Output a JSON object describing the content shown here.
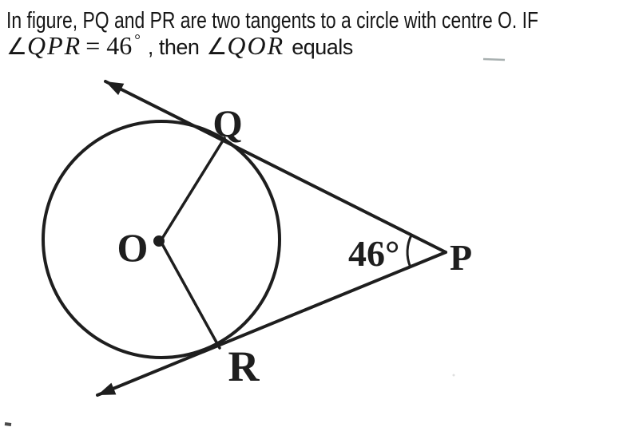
{
  "question": {
    "line1": "In figure, PQ and PR are two tangents to a circle with centre O. IF",
    "line2": {
      "angle_symbol_1": "∠",
      "math_1": "QPR",
      "equals_value": "= 46",
      "degree_symbol": "°",
      "connector": ", then",
      "angle_symbol_2": "∠",
      "math_2": "QOR",
      "suffix": "equals"
    }
  },
  "figure": {
    "labels": {
      "center": "O",
      "upper_tangent_point": "Q",
      "lower_tangent_point": "R",
      "external_point": "P",
      "angle_at_p": "46°"
    },
    "colors": {
      "ink": "#1e1e1e",
      "smudge": "#9aa3a3",
      "background": "#ffffff"
    }
  }
}
